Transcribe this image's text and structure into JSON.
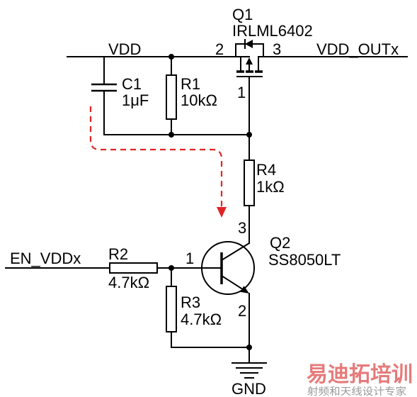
{
  "nets": {
    "vdd": "VDD",
    "vdd_out": "VDD_OUTx",
    "enable": "EN_VDDx",
    "ground": "GND"
  },
  "components": {
    "q1": {
      "ref": "Q1",
      "part": "IRLML6402",
      "pin_gate": "1",
      "pin_source": "2",
      "pin_drain": "3"
    },
    "q2": {
      "ref": "Q2",
      "part": "SS8050LT",
      "pin_base": "1",
      "pin_emitter": "2",
      "pin_collector": "3"
    },
    "c1": {
      "ref": "C1",
      "value": "1μF"
    },
    "r1": {
      "ref": "R1",
      "value": "10kΩ"
    },
    "r2": {
      "ref": "R2",
      "value": "4.7kΩ"
    },
    "r3": {
      "ref": "R3",
      "value": "4.7kΩ"
    },
    "r4": {
      "ref": "R4",
      "value": "1kΩ"
    }
  },
  "watermark": {
    "title": "易迪拓培训",
    "subtitle": "射频和天线设计专家"
  },
  "colors": {
    "wire": "#000000",
    "background": "#ffffff",
    "arrow": "#e02424",
    "watermark_title": "#e05a5a",
    "watermark_subtitle": "#9a9a9a"
  }
}
